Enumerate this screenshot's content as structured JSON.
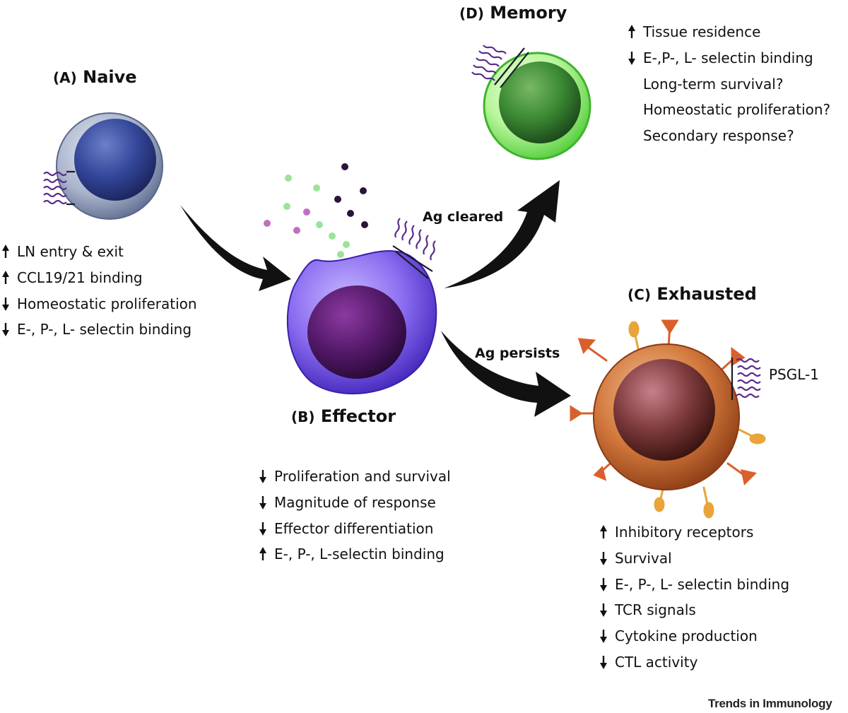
{
  "colors": {
    "naive_cell": "#6e7fa6",
    "naive_nucleus": "#2f3f8c",
    "effector_cell": "#5c3fd4",
    "effector_nucleus": "#4a1660",
    "memory_cell": "#6fe05a",
    "memory_nucleus": "#2e7c2c",
    "exhausted_cell": "#c96a30",
    "exhausted_nucleus": "#7a2f20",
    "receptor": "#5a2a8a",
    "arrow": "#111111"
  },
  "naive": {
    "tag": "(A)",
    "name": "Naive",
    "items": [
      {
        "dir": "up",
        "text": "LN entry & exit"
      },
      {
        "dir": "up",
        "text": "CCL19/21 binding"
      },
      {
        "dir": "down",
        "text": "Homeostatic proliferation"
      },
      {
        "dir": "down",
        "text": "E-, P-, L- selectin  binding"
      }
    ]
  },
  "effector": {
    "tag": "(B)",
    "name": "Effector",
    "items": [
      {
        "dir": "down",
        "text": "Proliferation and survival"
      },
      {
        "dir": "down",
        "text": "Magnitude of response"
      },
      {
        "dir": "down",
        "text": "Effector differentiation"
      },
      {
        "dir": "up",
        "text": "E-, P-, L-selectin  binding"
      }
    ]
  },
  "exhausted": {
    "tag": "(C)",
    "name": "Exhausted",
    "receptor_label": "PSGL-1",
    "items": [
      {
        "dir": "up",
        "text": "Inhibitory receptors"
      },
      {
        "dir": "down",
        "text": "Survival"
      },
      {
        "dir": "down",
        "text": "E-, P-, L- selectin binding"
      },
      {
        "dir": "down",
        "text": "TCR signals"
      },
      {
        "dir": "down",
        "text": "Cytokine production"
      },
      {
        "dir": "down",
        "text": "CTL activity"
      }
    ]
  },
  "memory": {
    "tag": "(D)",
    "name": "Memory",
    "items": [
      {
        "dir": "up",
        "text": "Tissue residence"
      },
      {
        "dir": "down",
        "text": "E-,P-, L- selectin  binding"
      },
      {
        "dir": "none",
        "text": "Long-term survival?"
      },
      {
        "dir": "none",
        "text": "Homeostatic proliferation?"
      },
      {
        "dir": "none",
        "text": "Secondary response?"
      }
    ]
  },
  "edges": {
    "cleared": "Ag cleared",
    "persists": "Ag persists"
  },
  "brand": "Trends in Immunology"
}
